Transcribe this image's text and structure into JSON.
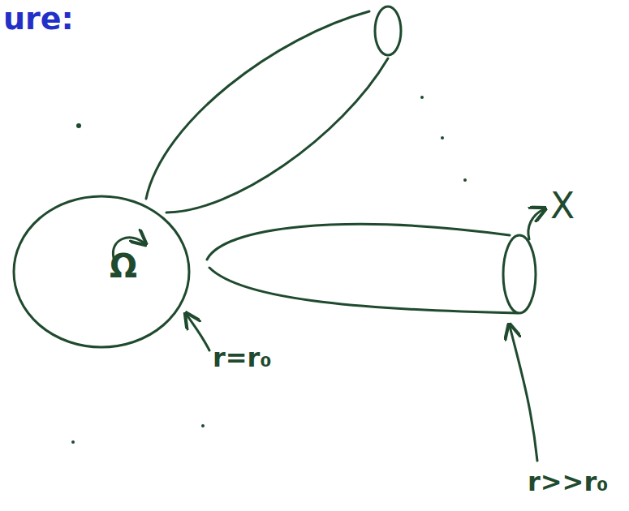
{
  "diagram": {
    "nodes": [
      {
        "text": [
          "Ω"
        ]
      }
    ],
    "labels": [
      "ure:",
      "r=r₀",
      "X",
      "r>>r₀"
    ]
  }
}
